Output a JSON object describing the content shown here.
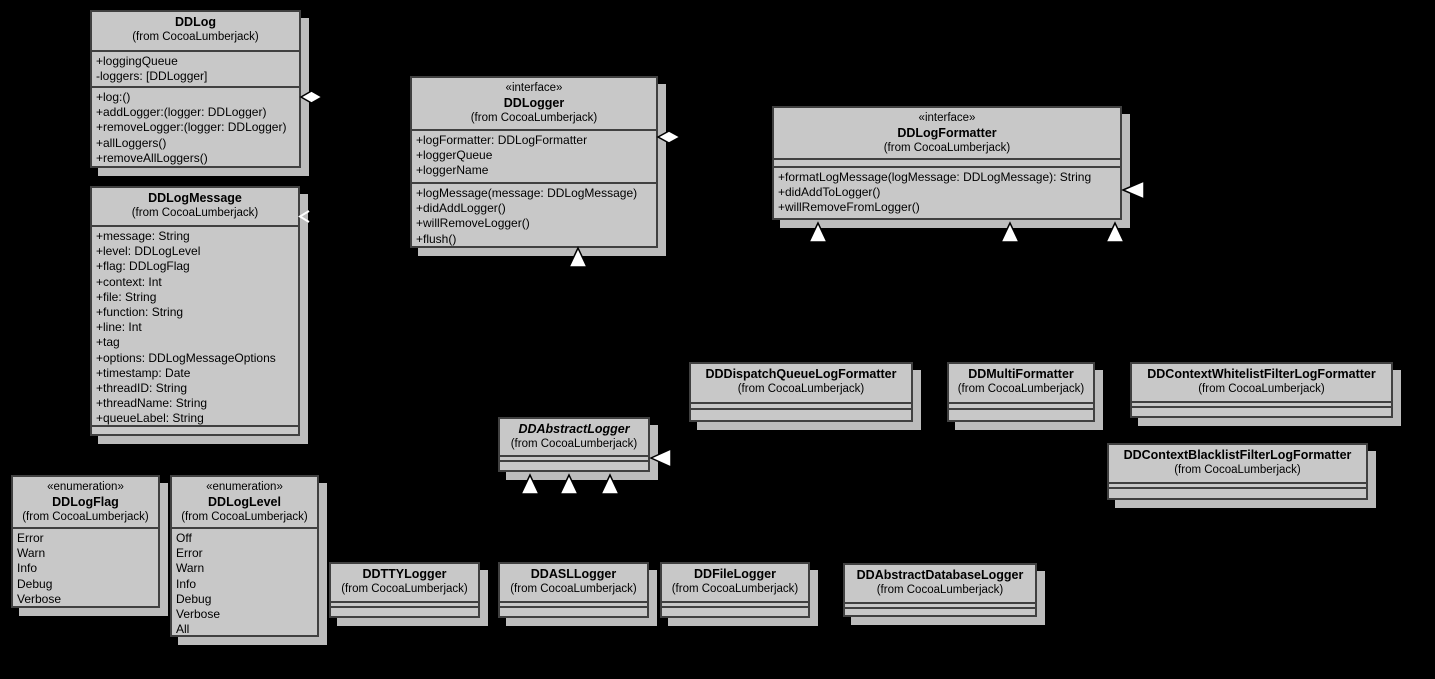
{
  "diagram": {
    "background_color": "#000000",
    "box_fill_color": "#c8c8c8",
    "box_border_color": "#404040",
    "shadow_color": "#bcbcbc",
    "from_label": "(from CocoaLumberjack)"
  },
  "classes": {
    "ddlog": {
      "name": "DDLog",
      "from": "(from CocoaLumberjack)",
      "attributes": [
        "+loggingQueue",
        "-loggers: [DDLogger]"
      ],
      "methods": [
        "+log:()",
        "+addLogger:(logger: DDLogger)",
        "+removeLogger:(logger: DDLogger)",
        "+allLoggers()",
        "+removeAllLoggers()"
      ]
    },
    "ddlogmessage": {
      "name": "DDLogMessage",
      "from": "(from CocoaLumberjack)",
      "attributes": [
        "+message: String",
        "+level: DDLogLevel",
        "+flag: DDLogFlag",
        "+context: Int",
        "+file: String",
        "+function: String",
        "+line: Int",
        "+tag",
        "+options: DDLogMessageOptions",
        "+timestamp: Date",
        "+threadID: String",
        "+threadName: String",
        "+queueLabel: String"
      ],
      "methods": []
    },
    "ddlogger": {
      "stereotype": "«interface»",
      "name": "DDLogger",
      "from": "(from CocoaLumberjack)",
      "attributes": [
        "+logFormatter: DDLogFormatter",
        "+loggerQueue",
        "+loggerName"
      ],
      "methods": [
        "+logMessage(message: DDLogMessage)",
        "+didAddLogger()",
        "+willRemoveLogger()",
        "+flush()"
      ]
    },
    "ddlogformatter": {
      "stereotype": "«interface»",
      "name": "DDLogFormatter",
      "from": "(from CocoaLumberjack)",
      "attributes": [],
      "methods": [
        "+formatLogMessage(logMessage: DDLogMessage): String",
        "+didAddToLogger()",
        "+willRemoveFromLogger()"
      ]
    },
    "ddlogflag": {
      "stereotype": "«enumeration»",
      "name": "DDLogFlag",
      "from": "(from CocoaLumberjack)",
      "values": [
        "Error",
        "Warn",
        "Info",
        "Debug",
        "Verbose"
      ]
    },
    "ddloglevel": {
      "stereotype": "«enumeration»",
      "name": "DDLogLevel",
      "from": "(from CocoaLumberjack)",
      "values": [
        "Off",
        "Error",
        "Warn",
        "Info",
        "Debug",
        "Verbose",
        "All"
      ]
    },
    "ddabstractlogger": {
      "name": "DDAbstractLogger",
      "from": "(from CocoaLumberjack)"
    },
    "dddispatchqueuelogformatter": {
      "name": "DDDispatchQueueLogFormatter",
      "from": "(from CocoaLumberjack)"
    },
    "ddmultiformatter": {
      "name": "DDMultiFormatter",
      "from": "(from CocoaLumberjack)"
    },
    "ddcontextwhitelistfilterlogformatter": {
      "name": "DDContextWhitelistFilterLogFormatter",
      "from": "(from CocoaLumberjack)"
    },
    "ddcontextblacklistfilterlogformatter": {
      "name": "DDContextBlacklistFilterLogFormatter",
      "from": "(from CocoaLumberjack)"
    },
    "ddttylogger": {
      "name": "DDTTYLogger",
      "from": "(from CocoaLumberjack)"
    },
    "ddasllogger": {
      "name": "DDASLLogger",
      "from": "(from CocoaLumberjack)"
    },
    "ddfilelogger": {
      "name": "DDFileLogger",
      "from": "(from CocoaLumberjack)"
    },
    "ddabstractdatabaselogger": {
      "name": "DDAbstractDatabaseLogger",
      "from": "(from CocoaLumberjack)"
    }
  },
  "connectors": [
    {
      "name": "ddlog-aggregation-diamond",
      "type": "aggregation-diamond",
      "at": "DDLog right edge"
    },
    {
      "name": "ddlogmessage-association-arrowhead",
      "type": "open-arrowhead",
      "at": "DDLogMessage right edge"
    },
    {
      "name": "ddlogger-aggregation-diamond",
      "type": "aggregation-diamond",
      "at": "DDLogger right edge"
    },
    {
      "name": "ddlogger-generalization-arrowhead",
      "type": "triangle-arrowhead",
      "at": "DDLogger bottom edge"
    },
    {
      "name": "ddlogformatter-right-generalization-arrowhead",
      "type": "triangle-arrowhead",
      "at": "DDLogFormatter right edge"
    },
    {
      "name": "ddlogformatter-bottom-generalization-arrowheads",
      "type": "triangle-arrowhead",
      "count": 3,
      "at": "DDLogFormatter bottom edge"
    },
    {
      "name": "ddabstractlogger-right-generalization-arrowhead",
      "type": "triangle-arrowhead",
      "at": "DDAbstractLogger right edge"
    },
    {
      "name": "ddabstractlogger-bottom-generalization-arrowheads",
      "type": "triangle-arrowhead",
      "count": 3,
      "at": "DDAbstractLogger bottom edge"
    }
  ]
}
